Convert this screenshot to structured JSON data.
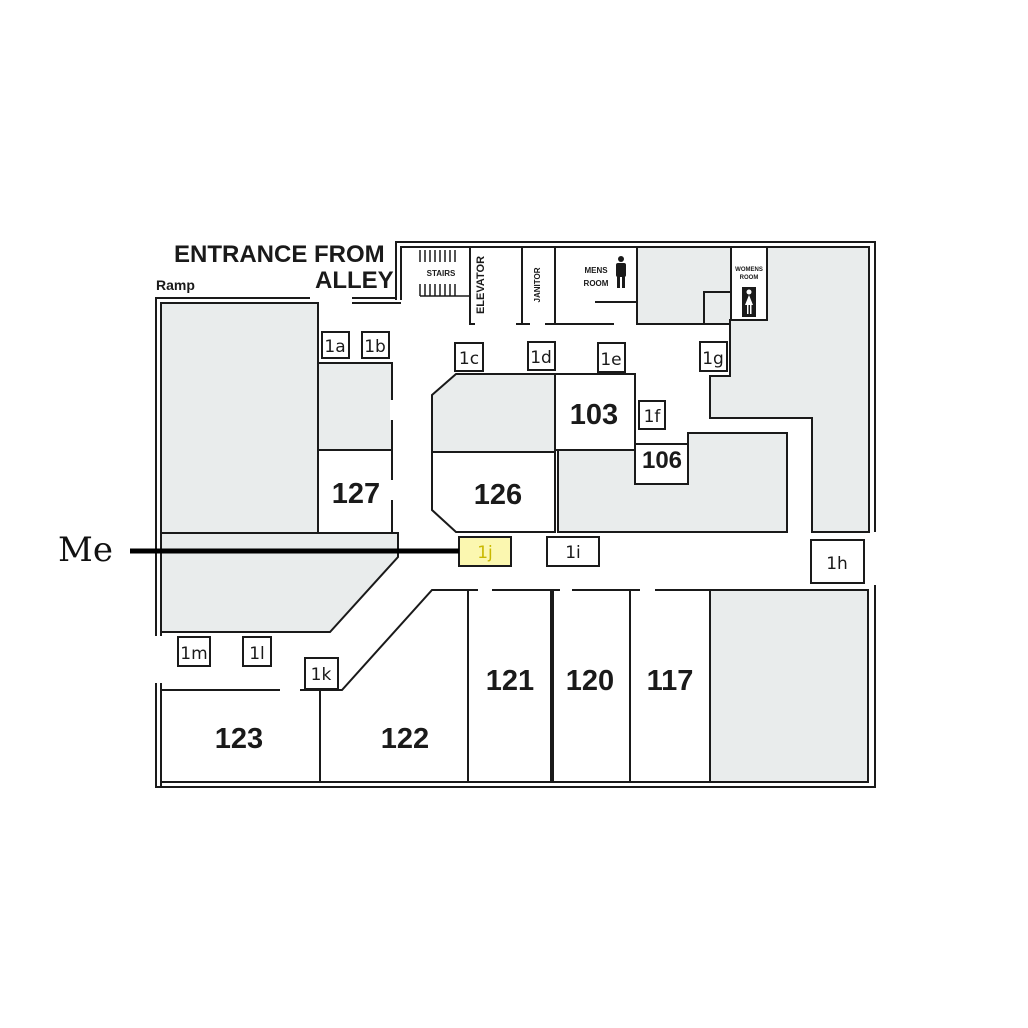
{
  "entrance": {
    "line1": "ENTRANCE  FROM",
    "line2": "ALLEY"
  },
  "ramp": "Ramp",
  "facilities": {
    "stairs": "STAIRS",
    "elevator": "ELEVATOR",
    "janitor": "JANITOR",
    "mens_line1": "MENS",
    "mens_line2": "ROOM",
    "womens_line1": "WOMENS",
    "womens_line2": "ROOM"
  },
  "rooms": {
    "r103": "103",
    "r106": "106",
    "r126": "126",
    "r127": "127",
    "r121": "121",
    "r120": "120",
    "r117": "117",
    "r122": "122",
    "r123": "123"
  },
  "tags": {
    "t1a": "1a",
    "t1b": "1b",
    "t1c": "1c",
    "t1d": "1d",
    "t1e": "1e",
    "t1f": "1f",
    "t1g": "1g",
    "t1h": "1h",
    "t1i": "1i",
    "t1j": "1j",
    "t1k": "1k",
    "t1l": "1l",
    "t1m": "1m"
  },
  "marker": {
    "label": "Me",
    "target": "1j"
  },
  "colors": {
    "highlight_fill": "#fbf7b0",
    "highlight_text": "#c9b800",
    "room_gray": "#e9ecec"
  }
}
